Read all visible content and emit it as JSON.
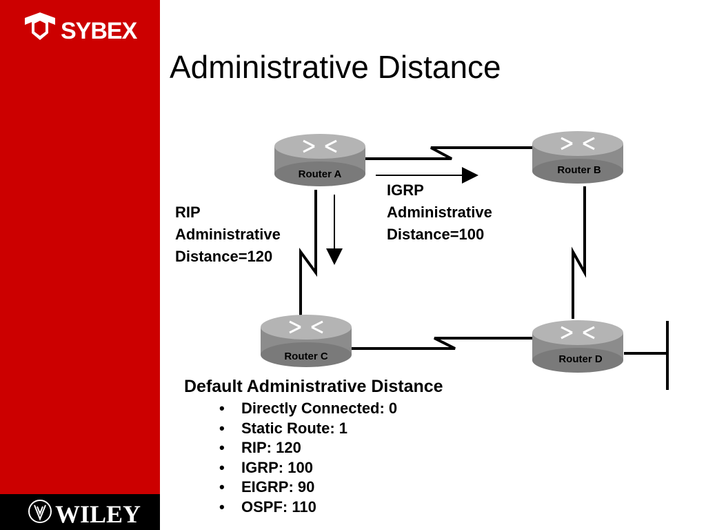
{
  "slide": {
    "title": "Administrative Distance",
    "brand_top": "SYBEX",
    "brand_bottom": "WILEY"
  },
  "diagram": {
    "routers": [
      "Router A",
      "Router B",
      "Router C",
      "Router D"
    ],
    "rip_label": [
      "RIP",
      "Administrative",
      "Distance=120"
    ],
    "igrp_label": [
      "IGRP",
      "Administrative",
      "Distance=100"
    ]
  },
  "defaults": {
    "title": "Default Administrative Distance",
    "items": [
      "Directly Connected: 0",
      "Static Route: 1",
      "RIP: 120",
      "IGRP: 100",
      "EIGRP: 90",
      "OSPF: 110"
    ]
  },
  "colors": {
    "sidebar": "#cc0000",
    "footer": "#000000",
    "router_body": "#8c8c8c",
    "router_top": "#b4b4b4"
  }
}
